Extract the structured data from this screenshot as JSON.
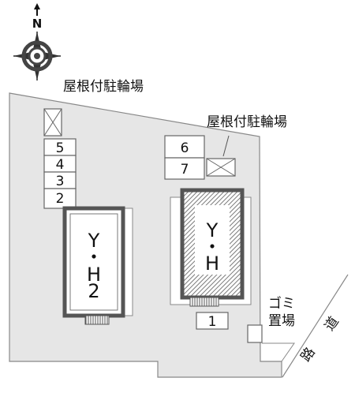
{
  "compass": {
    "label": "N",
    "icon": "north-compass-icon"
  },
  "labels": {
    "bike_parking_left": "屋根付駐輪場",
    "bike_parking_right": "屋根付駐輪場",
    "garbage_line1": "ゴミ",
    "garbage_line2": "置場",
    "road_char1": "道",
    "road_char2": "路"
  },
  "parking_left": [
    "5",
    "4",
    "3",
    "2"
  ],
  "parking_right": [
    "6",
    "7"
  ],
  "parking_bottom": "1",
  "buildings": {
    "yh2": {
      "line1": "Y",
      "line2": "・",
      "line3": "H",
      "line4": "2"
    },
    "yh": {
      "line1": "Y",
      "line2": "・",
      "line3": "H"
    }
  },
  "colors": {
    "lot_fill": "#e6e6e6",
    "outline": "#888888",
    "building_border": "#555555",
    "hatch": "#7a7a7a"
  }
}
